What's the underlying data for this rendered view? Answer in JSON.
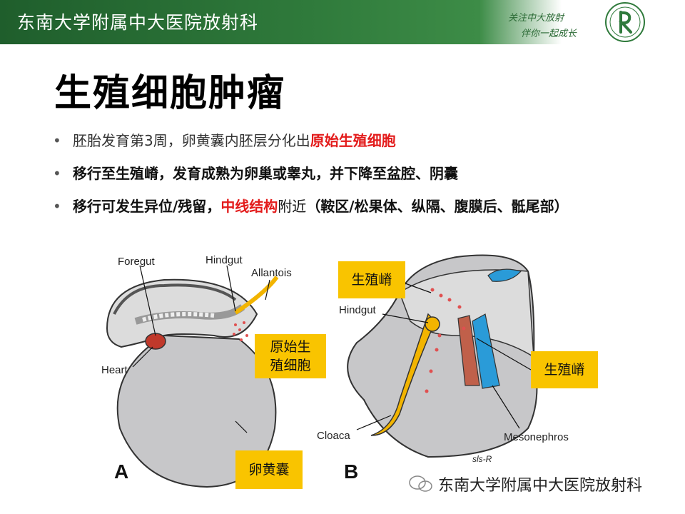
{
  "header": {
    "title": "东南大学附属中大医院放射科",
    "slogan_line1": "关注中大放射",
    "slogan_line2": "伴你一起成长"
  },
  "page_title": "生殖细胞肿瘤",
  "bullets": [
    {
      "pre": "胚胎发育第3周，卵黄囊内胚层分化出",
      "red": "原始生殖细胞"
    },
    {
      "pre": "移行至生殖嵴，发育成熟为卵巢或",
      "bold": "睾丸",
      "post": "，并下降至盆腔、阴囊"
    },
    {
      "pre": "移行可发生异位/残留，",
      "red": "中线结构",
      "mid": "附近",
      "bold": "（鞍区/松果体、纵隔、腹膜后、骶尾部）"
    }
  ],
  "figure_a": {
    "foregut": "Foregut",
    "hindgut": "Hindgut",
    "allantois": "Allantois",
    "heart": "Heart",
    "panel": "A",
    "box_pgc_line1": "原始生",
    "box_pgc_line2": "殖细胞",
    "box_yolk": "卵黄囊"
  },
  "figure_b": {
    "hindgut": "Hindgut",
    "cloaca": "Cloaca",
    "mesonephros": "Mesonephros",
    "panel": "B",
    "signature": "sls-R",
    "box_ridge_top": "生殖嵴",
    "box_ridge_right": "生殖嵴"
  },
  "footer_mark": "东南大学附属中大医院放射科",
  "colors": {
    "header_green": "#2f7a3b",
    "highlight_red": "#e31b1b",
    "callout_yellow": "#f9c400"
  }
}
